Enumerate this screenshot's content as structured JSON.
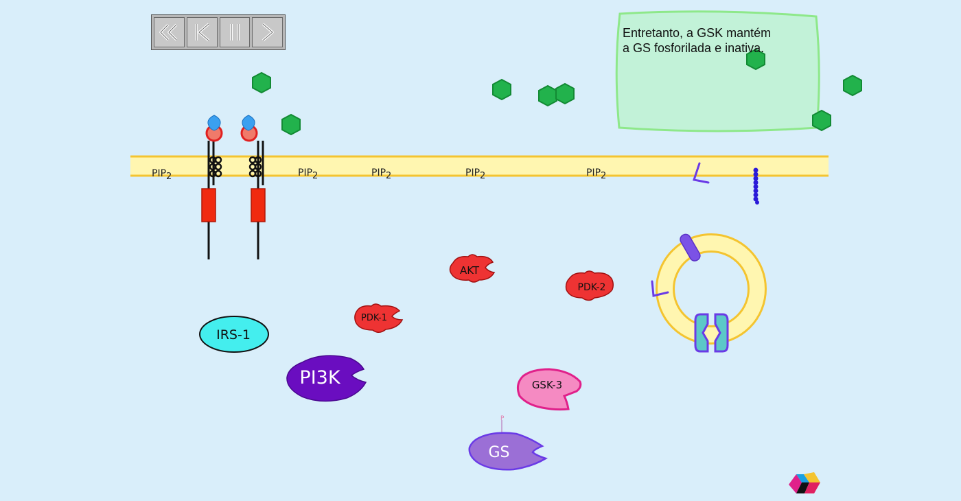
{
  "player": {
    "rewind_icon": "double-chevron-left",
    "restart_icon": "bar-chevron-left",
    "pause_icon": "pause",
    "next_icon": "chevron-right"
  },
  "note": {
    "text": "Entretanto, a GSK mantém\na GS fosforilada e inativa."
  },
  "membrane": {
    "pip_label": "PIP",
    "pip_sub": "2"
  },
  "proteins": {
    "akt": "AKT",
    "pdk2": "PDK-2",
    "pdk1": "PDK-1",
    "irs1": "IRS-1",
    "pi3k": "PI3K",
    "gsk3": "GSK-3",
    "gs": "GS",
    "gs_phospho": "P"
  },
  "colors": {
    "background": "#d9eefa",
    "membrane_fill": "#fff6b0",
    "membrane_edge": "#f4c430",
    "glucose": "#22b24c",
    "note_fill": "#c2f2d8",
    "note_edge": "#8ee88a",
    "red_enzyme": "#ee3333",
    "irs1": "#44eeee",
    "pi3k": "#6a0dc0",
    "gsk3": "#f58ac2",
    "gs": "#9b6fd6"
  }
}
